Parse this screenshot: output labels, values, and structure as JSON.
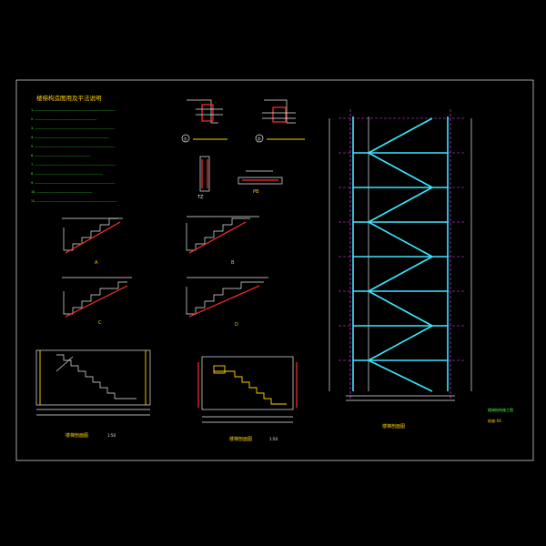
{
  "drawing": {
    "sheet_title": "楼梯构造图用及平法说明",
    "colors": {
      "background": "#000000",
      "frame": "#e8e8e8",
      "title_text": "#ffd400",
      "note_text": "#3cff3c",
      "stair_outline": "#3ae7ff",
      "rebar": "#ff3030",
      "axis": "#ff40ff"
    },
    "notes": [
      "1. ——————————————————————————",
      "2. ————————————————————",
      "3. ——————————————————————————",
      "4. ————————————————————————",
      "5. ——————————————————————————",
      "6. ——————————————————",
      "7. ——————————————————————————",
      "8. ——————————————————————",
      "9. ——————————————————————————",
      "10. ——————————————————",
      "11. ——————————————————————————"
    ],
    "detail_labels": {
      "d1": "①",
      "d2": "②",
      "tz": "TZ",
      "pb": "PB",
      "a": "A",
      "b": "B",
      "c": "C",
      "d": "D"
    },
    "bottom_titles": {
      "left": "楼梯剖面图",
      "middle": "楼梯剖面图",
      "scale": "1:50"
    },
    "right_title": "楼梯剖面图",
    "title_block": {
      "line1": "楼梯结构施工图",
      "line2": "结施-XX"
    }
  }
}
